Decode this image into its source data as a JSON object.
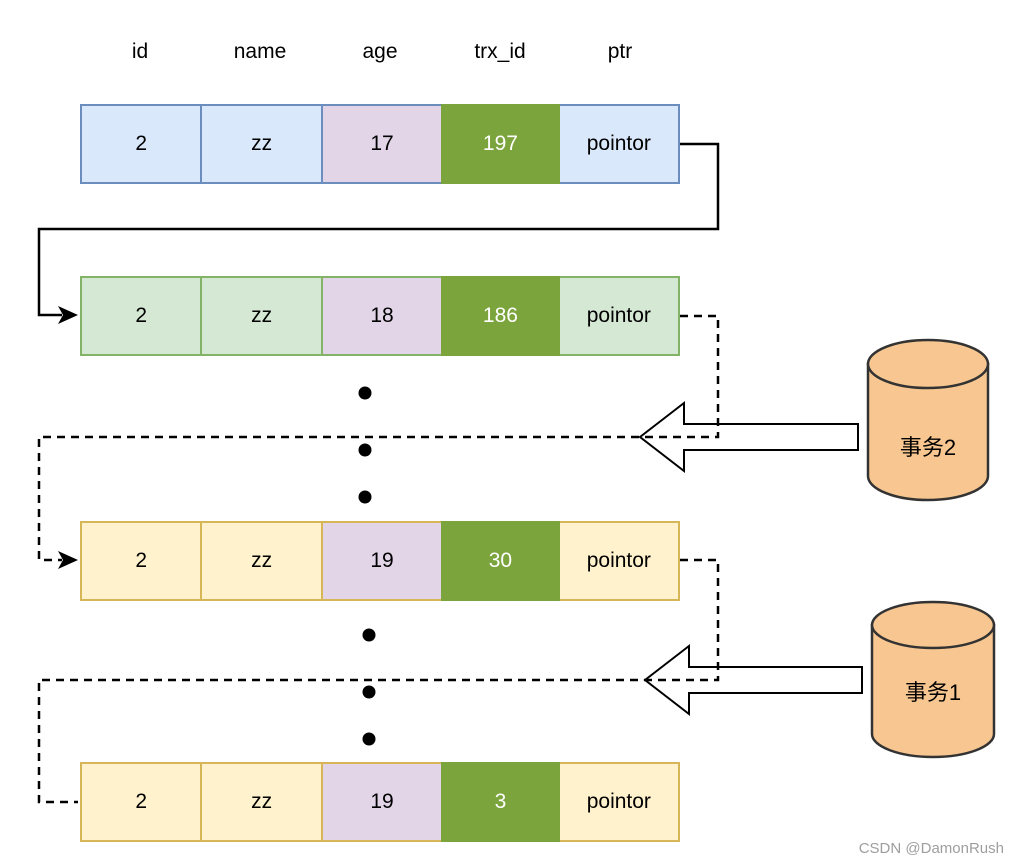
{
  "header": {
    "columns": [
      "id",
      "name",
      "age",
      "trx_id",
      "ptr"
    ]
  },
  "rows": [
    {
      "id": "2",
      "name": "zz",
      "age": "17",
      "trx_id": "197",
      "ptr": "pointor"
    },
    {
      "id": "2",
      "name": "zz",
      "age": "18",
      "trx_id": "186",
      "ptr": "pointor"
    },
    {
      "id": "2",
      "name": "zz",
      "age": "19",
      "trx_id": "30",
      "ptr": "pointor"
    },
    {
      "id": "2",
      "name": "zz",
      "age": "19",
      "trx_id": "3",
      "ptr": "pointor"
    }
  ],
  "transactions": [
    {
      "label": "事务2"
    },
    {
      "label": "事务1"
    }
  ],
  "watermark": "CSDN @DamonRush",
  "colors": {
    "row1_fill": "#DAE8FC",
    "row1_border": "#6C8EBF",
    "row2_fill": "#D5E8D4",
    "row2_border": "#82B366",
    "row34_fill": "#FFF2CC",
    "row34_border": "#D6B656",
    "age_fill": "#E1D5E7",
    "trx_fill": "#7CA43D",
    "trx_text": "#FFFFFF",
    "cylinder_fill": "#F8C791",
    "cylinder_stroke": "#333333",
    "connector": "#000000",
    "watermark_text": "#9E9E9E"
  }
}
